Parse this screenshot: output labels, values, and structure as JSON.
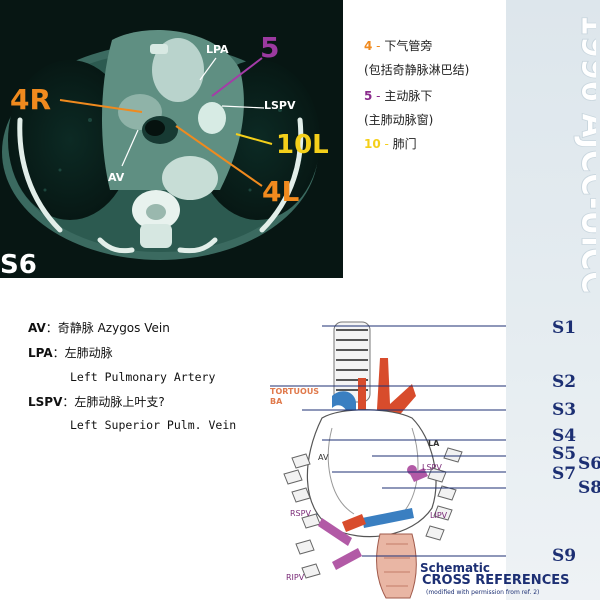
{
  "ct_image": {
    "labels": {
      "lpa": "LPA",
      "five": "5",
      "four_r": "4R",
      "lspv": "LSPV",
      "ten_l": "10L",
      "av": "AV",
      "four_l": "4L",
      "station": "S6"
    }
  },
  "legend": {
    "items": [
      {
        "num": "4",
        "sep": " - ",
        "text": "下气管旁",
        "color": "#f08a1e"
      },
      {
        "num": "",
        "sep": "",
        "text": "(包括奇静脉淋巴结)",
        "color": "#222222"
      },
      {
        "num": "5",
        "sep": " - ",
        "text": "主动脉下",
        "color": "#8a2b8c"
      },
      {
        "num": "",
        "sep": "",
        "text": "(主肺动脉窗)",
        "color": "#222222"
      },
      {
        "num": "10",
        "sep": " - ",
        "text": "肺门",
        "color": "#f4cf1a"
      }
    ]
  },
  "banner": {
    "text": "1996 AJCC-UICC"
  },
  "definitions": {
    "av_abbr": "AV",
    "av_text": "：奇静脉 Azygos Vein",
    "lpa_abbr": "LPA",
    "lpa_text": "：左肺动脉",
    "lpa_en": "Left Pulmonary Artery",
    "lspv_abbr": "LSPV",
    "lspv_text": "：左肺动脉上叶支?",
    "lspv_en": "Left Superior Pulm. Vein"
  },
  "diagram": {
    "stations": [
      "S1",
      "S2",
      "S3",
      "S4",
      "S5",
      "S6",
      "S7",
      "S8",
      "S9"
    ],
    "labels": {
      "tortuous": "TORTUOUS",
      "ba": "BA",
      "av": "AV",
      "la": "LA",
      "lspv": "LSPV",
      "rspv": "RSPV",
      "lipv": "LIPV",
      "ripv": "RIPV"
    },
    "schematic_title": "Schematic",
    "cross_ref": "CROSS REFERENCES",
    "footnote": "(modified with permission from ref. 2)"
  }
}
